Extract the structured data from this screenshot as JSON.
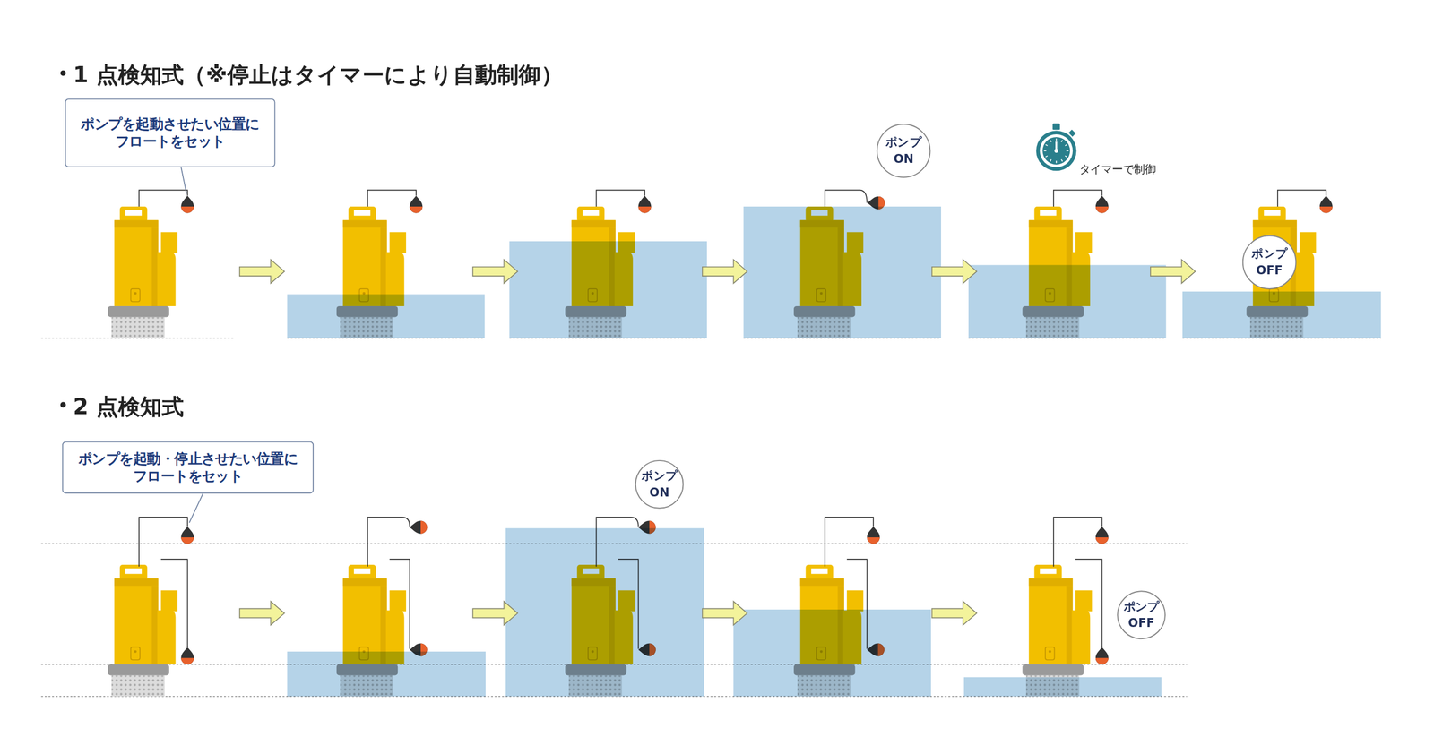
{
  "diagram": {
    "nodes": [
      {
        "text": [
          "ポンプを起動させたい位置に フロートをセット"
        ]
      },
      {
        "text": [
          "ポンプ ON"
        ]
      },
      {
        "text": [
          "ポンプ OFF"
        ]
      },
      {
        "text": [
          "ポンプを起動・停止させたい位置に フロートをセット"
        ]
      },
      {
        "text": [
          "ポンプ ON"
        ]
      },
      {
        "text": [
          "ポンプ OFF"
        ]
      }
    ],
    "labels": [
      "1 点検知式（※停止はタイマーにより自動制御）",
      "2 点検知式",
      "タイマーで制御"
    ]
  }
}
